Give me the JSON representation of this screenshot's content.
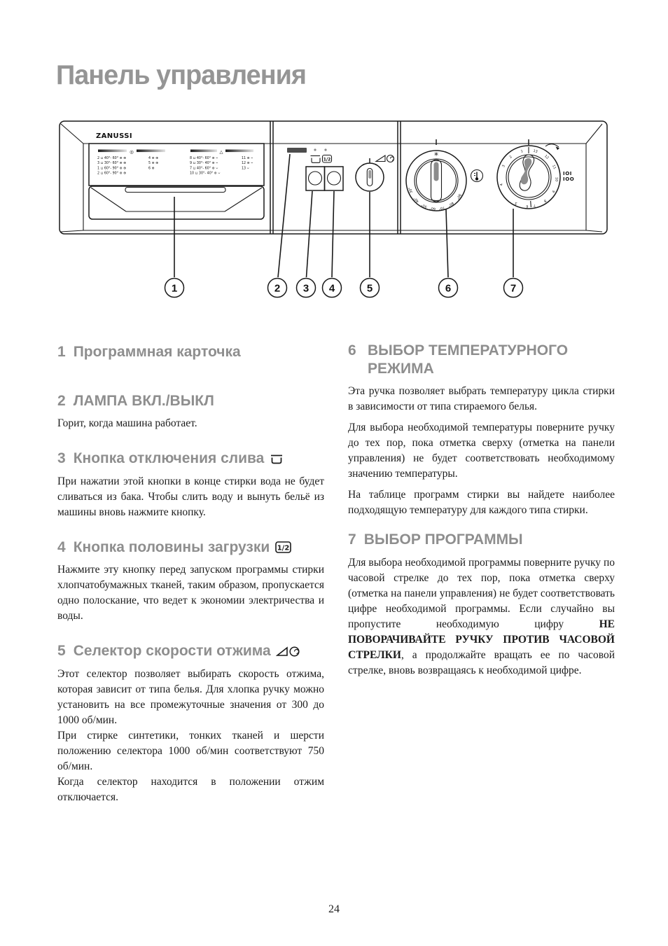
{
  "page": {
    "title": "Панель управления",
    "page_number": "24"
  },
  "diagram": {
    "brand": "ZANUSSI",
    "callouts": [
      "1",
      "2",
      "3",
      "4",
      "5",
      "6",
      "7"
    ],
    "program_card": {
      "left_group": {
        "header_icon": "◎",
        "rows": [
          [
            "2 ⊔ 40°- 60° ⊛ ⊕",
            "4 ⊛ ⊕"
          ],
          [
            "3 ⊔ 30°- 60° ⊛ ⊕",
            "5 ⊛ ⊕"
          ],
          [
            "1 ⊔ 60°- 90° ⊛ ⊕",
            "6    ⊕"
          ],
          [
            "2 ⊔ 60°- 90° ⊛ ⊕",
            ""
          ]
        ]
      },
      "right_group": {
        "header_icon": "△",
        "rows": [
          [
            "8 ⊔ 40°- 60° ⊛ ⌣",
            "11 ⊛ ⌣"
          ],
          [
            "9 ⊔ 30°- 40° ⊛ ⌣",
            "12 ⊛ ⌣"
          ],
          [
            "7 ⊔ 40°- 60° ⊛ ⌣",
            "13    ⌣"
          ],
          [
            "10 ⊔ 30°- 40° ⊛ ⌣",
            ""
          ]
        ]
      }
    },
    "half_load_icon": "1/2",
    "temp_knob": {
      "star": "*",
      "labels": [
        "30°",
        "40°",
        "50°",
        "60°",
        "70°",
        "80°",
        "90°"
      ]
    },
    "program_knob": {
      "numbers": [
        "1",
        "2",
        "3",
        "4",
        "5",
        "6",
        "7",
        "8",
        "9",
        "10",
        "11",
        "12",
        "13"
      ],
      "legend_row1": "IOI",
      "legend_row2": "IOO"
    }
  },
  "sections": [
    {
      "num": "1",
      "title": "Программная карточка",
      "paras": []
    },
    {
      "num": "2",
      "title": "ЛАМПА ВКЛ./ВЫКЛ",
      "paras": [
        "Горит, когда машина работает."
      ]
    },
    {
      "num": "3",
      "title": "Кнопка отключения слива",
      "paras": [
        "При нажатии этой кнопки в конце стирки вода не будет сливаться из бака. Чтобы слить воду и вынуть бельё из машины вновь нажмите кнопку."
      ]
    },
    {
      "num": "4",
      "title": "Кнопка половины загрузки",
      "paras": [
        "Нажмите эту кнопку перед запуском программы стирки хлопчатобумажных тканей, таким образом, пропускается одно полоскание, что ведет к экономии электричества и воды."
      ]
    },
    {
      "num": "5",
      "title": "Селектор скорости отжима",
      "paras": [
        "Этот селектор позволяет выбирать скорость отжима, которая зависит от типа белья. Для хлопка ручку можно установить на все промежуточные значения от 300 до 1000 об/мин.",
        "При стирке синтетики, тонких тканей и шерсти положению селектора 1000 об/мин соответствуют 750 об/мин.",
        "Когда селектор находится в положении отжим отключается."
      ]
    },
    {
      "num": "6",
      "title": "ВЫБОР ТЕМПЕРАТУРНОГО\nРЕЖИМА",
      "paras": [
        "Эта ручка позволяет выбрать температуру цикла стирки в зависимости от типа стираемого белья.",
        "Для выбора необходимой температуры поверните ручку до тех пор, пока отметка сверху (отметка на панели управления) не будет соответствовать необходимому значению температуры.",
        "На таблице программ стирки вы найдете наиболее подходящую температуру для каждого типа стирки."
      ]
    },
    {
      "num": "7",
      "title": "ВЫБОР ПРОГРАММЫ",
      "paras": [
        [
          {
            "text": "Для выбора необходимой программы поверните ручку по часовой стрелке до тех пор, пока отметка сверху (отметка на панели управления) не будет соответствовать цифре необходимой программы. Если случайно вы пропустите необходимую цифру ",
            "bold": false
          },
          {
            "text": "НЕ ПОВОРАЧИВАЙТЕ РУЧКУ ПРОТИВ ЧАСОВОЙ СТРЕЛКИ",
            "bold": true
          },
          {
            "text": ", а продолжайте вращать ее по часовой стрелке, вновь возвращаясь к необходимой цифре.",
            "bold": false
          }
        ]
      ]
    }
  ]
}
